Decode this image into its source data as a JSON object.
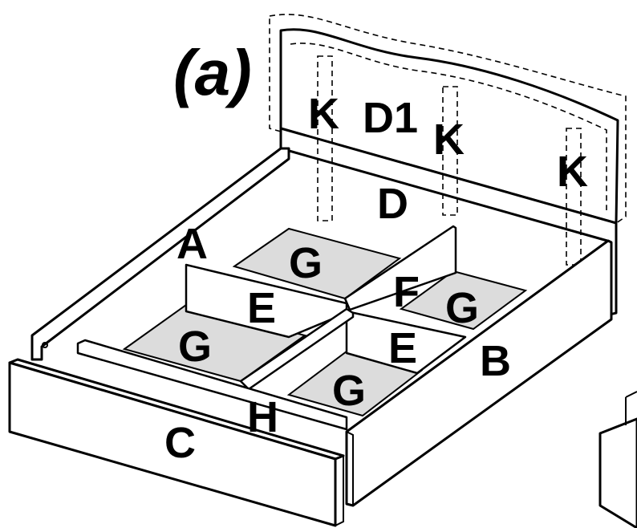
{
  "figure_label": "(a)",
  "parts": {
    "headboard_top": "D1",
    "headboard": "D",
    "bracket_left": "K",
    "bracket_middle": "K",
    "bracket_right": "K",
    "side_left": "A",
    "side_right": "B",
    "foot_board": "C",
    "cross_rail_left": "E",
    "cross_rail_right": "E",
    "center_beam_back": "F",
    "center_beam_front": "H",
    "slat_back_left": "G",
    "slat_front_left": "G",
    "slat_back_right": "G",
    "slat_front_right": "G"
  }
}
